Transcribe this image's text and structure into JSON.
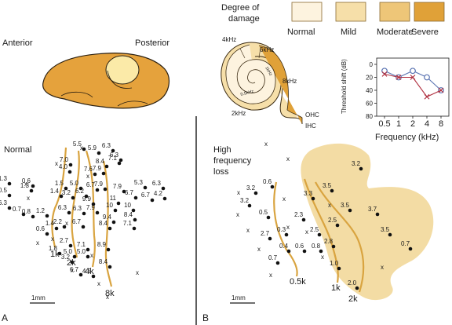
{
  "panelA": {
    "anterior": "Anterior",
    "posterior": "Posterior",
    "normal": "Normal",
    "scale": "1mm",
    "panel_letter": "A",
    "isofreq": [
      "1k",
      "2k",
      "4k",
      "8k"
    ],
    "sites": [
      {
        "v": "5.5"
      },
      {
        "v": "6.3"
      },
      {
        "v": "5.9"
      },
      {
        "v": "6.3"
      },
      {
        "v": "7.0"
      },
      {
        "v": "8.4"
      },
      {
        "v": "7.1"
      },
      {
        "v": "4.0"
      },
      {
        "v": "7.6"
      },
      {
        "v": "7.9"
      },
      {
        "v": "1.3"
      },
      {
        "v": "0.6"
      },
      {
        "v": "1.3"
      },
      {
        "v": "1.5"
      },
      {
        "v": "5.0"
      },
      {
        "v": "6.7"
      },
      {
        "v": "7.9"
      },
      {
        "v": "7.9"
      },
      {
        "v": "5.3"
      },
      {
        "v": "6.3"
      },
      {
        "v": "0.5"
      },
      {
        "v": "6.3"
      },
      {
        "v": "1.4"
      },
      {
        "v": "3.2"
      },
      {
        "v": "6.2"
      },
      {
        "v": "9.9"
      },
      {
        "v": "11"
      },
      {
        "v": "6.7"
      },
      {
        "v": "6.7"
      },
      {
        "v": "4.2"
      },
      {
        "v": "10"
      },
      {
        "v": "10"
      },
      {
        "v": "6.3"
      },
      {
        "v": "0.7"
      },
      {
        "v": "0.8"
      },
      {
        "v": "1.2"
      },
      {
        "v": "6.3"
      },
      {
        "v": "7.9"
      },
      {
        "v": "9.4"
      },
      {
        "v": "8.4"
      },
      {
        "v": "1.4"
      },
      {
        "v": "2.2"
      },
      {
        "v": "6.7"
      },
      {
        "v": "8.4"
      },
      {
        "v": "7.1"
      },
      {
        "v": "0.6"
      },
      {
        "v": "2.7"
      },
      {
        "v": "7.1"
      },
      {
        "v": "8.9"
      },
      {
        "v": "1.8"
      },
      {
        "v": "5.0"
      },
      {
        "v": "3.2"
      },
      {
        "v": "5.0"
      },
      {
        "v": "6.7"
      },
      {
        "v": "4.5"
      },
      {
        "v": "8.4"
      }
    ]
  },
  "panelB": {
    "title_line1": "High",
    "title_line2": "frequency",
    "title_line3": "loss",
    "scale": "1mm",
    "panel_letter": "B",
    "isofreq": [
      "0.5k",
      "1k",
      "2k"
    ],
    "sites": [
      {
        "v": "3.2"
      },
      {
        "v": "3.2"
      },
      {
        "v": "0.6"
      },
      {
        "v": "3.3"
      },
      {
        "v": "3.2"
      },
      {
        "v": "3.5"
      },
      {
        "v": "2.3"
      },
      {
        "v": "3.5"
      },
      {
        "v": "3.7"
      },
      {
        "v": "2.5"
      },
      {
        "v": "2.5"
      },
      {
        "v": "0.5"
      },
      {
        "v": "0.3"
      },
      {
        "v": "2.7"
      },
      {
        "v": "3.5"
      },
      {
        "v": "0.4"
      },
      {
        "v": "2.8"
      },
      {
        "v": "0.8"
      },
      {
        "v": "0.7"
      },
      {
        "v": "0.7"
      },
      {
        "v": "0.6"
      },
      {
        "v": "1.0"
      },
      {
        "v": "2.0"
      }
    ]
  },
  "legend": {
    "title_line1": "Degree of",
    "title_line2": "damage",
    "items": [
      {
        "label": "Normal",
        "color": "#fdf3df"
      },
      {
        "label": "Mild",
        "color": "#f6dfa9"
      },
      {
        "label": "Moderate",
        "color": "#eec678"
      },
      {
        "label": "Severe",
        "color": "#e0a138"
      }
    ]
  },
  "cochlea": {
    "labels": [
      "4kHz",
      "6kHz",
      "8kHz",
      "2kHz",
      "OHC",
      "IHC"
    ],
    "inner_labels": [
      "1kHz",
      "0.5kHz"
    ]
  },
  "chart_data": {
    "type": "line",
    "ylabel": "Threshold shift (dB)",
    "xlabel": "Frequency (kHz)",
    "categories": [
      "0.5",
      "1",
      "2",
      "4",
      "8"
    ],
    "yticks": [
      "0",
      "20",
      "40",
      "60",
      "80"
    ],
    "ylim": [
      0,
      80
    ],
    "y_inverted": true,
    "series": [
      {
        "marker": "circle",
        "color": "#5b74b2",
        "values": [
          10,
          20,
          10,
          20,
          40
        ]
      },
      {
        "marker": "x",
        "color": "#b03040",
        "values": [
          15,
          20,
          20,
          50,
          40
        ]
      }
    ]
  }
}
